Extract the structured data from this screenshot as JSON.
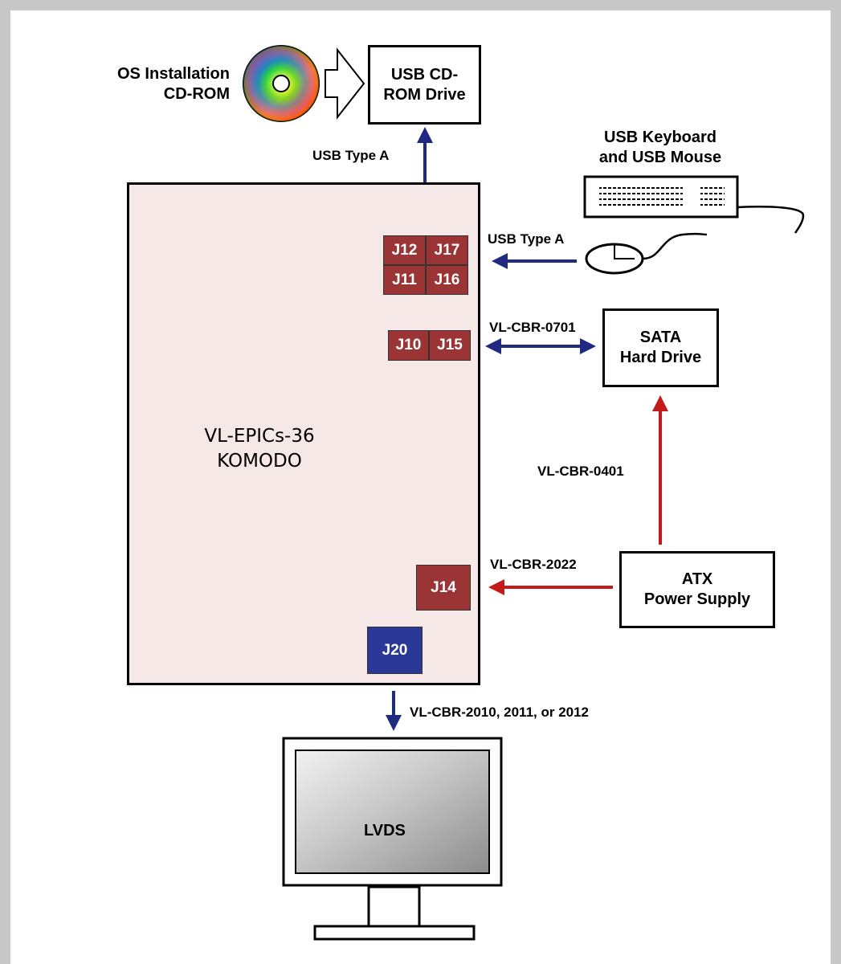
{
  "cdrom": {
    "line1": "OS Installation",
    "line2": "CD-ROM"
  },
  "usb_cdrom_drive": {
    "line1": "USB CD-",
    "line2": "ROM Drive"
  },
  "usb_type_a_top": "USB Type A",
  "keyboard": {
    "line1": "USB Keyboard",
    "line2": "and USB Mouse"
  },
  "usb_type_a_right": "USB Type A",
  "board": {
    "line1": "VL-EPICs-36",
    "line2": "KOMODO"
  },
  "connectors": {
    "j12": "J12",
    "j17": "J17",
    "j11": "J11",
    "j16": "J16",
    "j10": "J10",
    "j15": "J15",
    "j14": "J14",
    "j20": "J20"
  },
  "cable_sata": "VL-CBR-0701",
  "sata_drive": {
    "line1": "SATA",
    "line2": "Hard Drive"
  },
  "cable_power_sata": "VL-CBR-0401",
  "cable_power_board": "VL-CBR-2022",
  "atx": {
    "line1": "ATX",
    "line2": "Power Supply"
  },
  "cable_lvds": "VL-CBR-2010, 2011, or 2012",
  "monitor": {
    "label": "LVDS"
  },
  "colors": {
    "usb_blue": "#1f2a80",
    "power_red": "#c41a1a",
    "connector_red": "#9b3535",
    "connector_blue": "#2b3897",
    "board_fill": "#f7e8e8"
  }
}
